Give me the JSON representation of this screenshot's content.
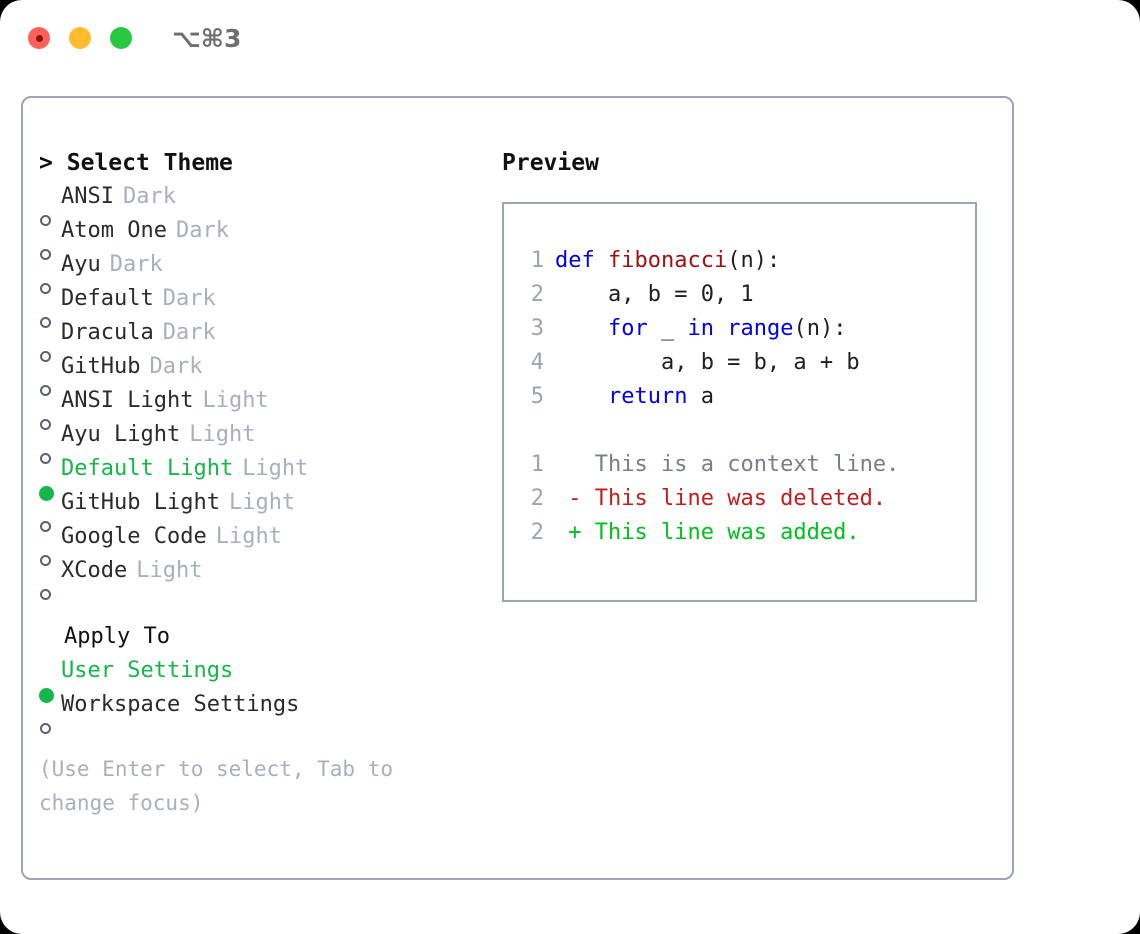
{
  "titlebar": {
    "shortcut": "⌥⌘3",
    "buttons": {
      "close": "close-button",
      "minimize": "minimize-button",
      "maximize": "maximize-button"
    }
  },
  "colors": {
    "accent_green": "#16b74a",
    "border": "#9aa6b8",
    "muted_text": "#a8b0bd",
    "keyword_blue": "#0000ee",
    "function_red": "#a11111",
    "diff_add": "#00c020",
    "diff_del": "#c41d1d",
    "line_number": "#9aa5b1"
  },
  "theme_list": {
    "caret": ">",
    "title": "Select Theme",
    "items": [
      {
        "marker": "○",
        "selected": false,
        "label": "ANSI",
        "tag": "Dark"
      },
      {
        "marker": "○",
        "selected": false,
        "label": "Atom One",
        "tag": "Dark"
      },
      {
        "marker": "○",
        "selected": false,
        "label": "Ayu",
        "tag": "Dark"
      },
      {
        "marker": "○",
        "selected": false,
        "label": "Default",
        "tag": "Dark"
      },
      {
        "marker": "○",
        "selected": false,
        "label": "Dracula",
        "tag": "Dark"
      },
      {
        "marker": "○",
        "selected": false,
        "label": "GitHub",
        "tag": "Dark"
      },
      {
        "marker": "○",
        "selected": false,
        "label": "ANSI Light",
        "tag": "Light"
      },
      {
        "marker": "○",
        "selected": false,
        "label": "Ayu Light",
        "tag": "Light"
      },
      {
        "marker": "●",
        "selected": true,
        "label": "Default Light",
        "tag": "Light"
      },
      {
        "marker": "○",
        "selected": false,
        "label": "GitHub Light",
        "tag": "Light"
      },
      {
        "marker": "○",
        "selected": false,
        "label": "Google Code",
        "tag": "Light"
      },
      {
        "marker": "○",
        "selected": false,
        "label": "XCode",
        "tag": "Light"
      }
    ]
  },
  "apply_to": {
    "title": "Apply To",
    "items": [
      {
        "marker": "●",
        "selected": true,
        "label": "User Settings"
      },
      {
        "marker": "○",
        "selected": false,
        "label": "Workspace Settings"
      }
    ]
  },
  "hint": "(Use Enter to select, Tab to change focus)",
  "preview": {
    "title": "Preview",
    "code_lines": [
      {
        "number": "1",
        "tokens": [
          {
            "text": "def ",
            "type": "keyword"
          },
          {
            "text": "fibonacci",
            "type": "function"
          },
          {
            "text": "(n):",
            "type": "plain"
          }
        ]
      },
      {
        "number": "2",
        "tokens": [
          {
            "text": "    a, b = 0, 1",
            "type": "plain"
          }
        ]
      },
      {
        "number": "3",
        "tokens": [
          {
            "text": "    ",
            "type": "plain"
          },
          {
            "text": "for",
            "type": "keyword"
          },
          {
            "text": " _ ",
            "type": "plain"
          },
          {
            "text": "in",
            "type": "keyword"
          },
          {
            "text": " ",
            "type": "plain"
          },
          {
            "text": "range",
            "type": "keyword"
          },
          {
            "text": "(n):",
            "type": "plain"
          }
        ]
      },
      {
        "number": "4",
        "tokens": [
          {
            "text": "        a, b = b, a + b",
            "type": "plain"
          }
        ]
      },
      {
        "number": "5",
        "tokens": [
          {
            "text": "    ",
            "type": "plain"
          },
          {
            "text": "return",
            "type": "keyword"
          },
          {
            "text": " a",
            "type": "plain"
          }
        ]
      }
    ],
    "diff_lines": [
      {
        "number": "1",
        "marker": " ",
        "text": "This is a context line.",
        "type": "context"
      },
      {
        "number": "2",
        "marker": "-",
        "text": "This line was deleted.",
        "type": "deleted"
      },
      {
        "number": "2",
        "marker": "+",
        "text": "This line was added.",
        "type": "added"
      }
    ]
  }
}
